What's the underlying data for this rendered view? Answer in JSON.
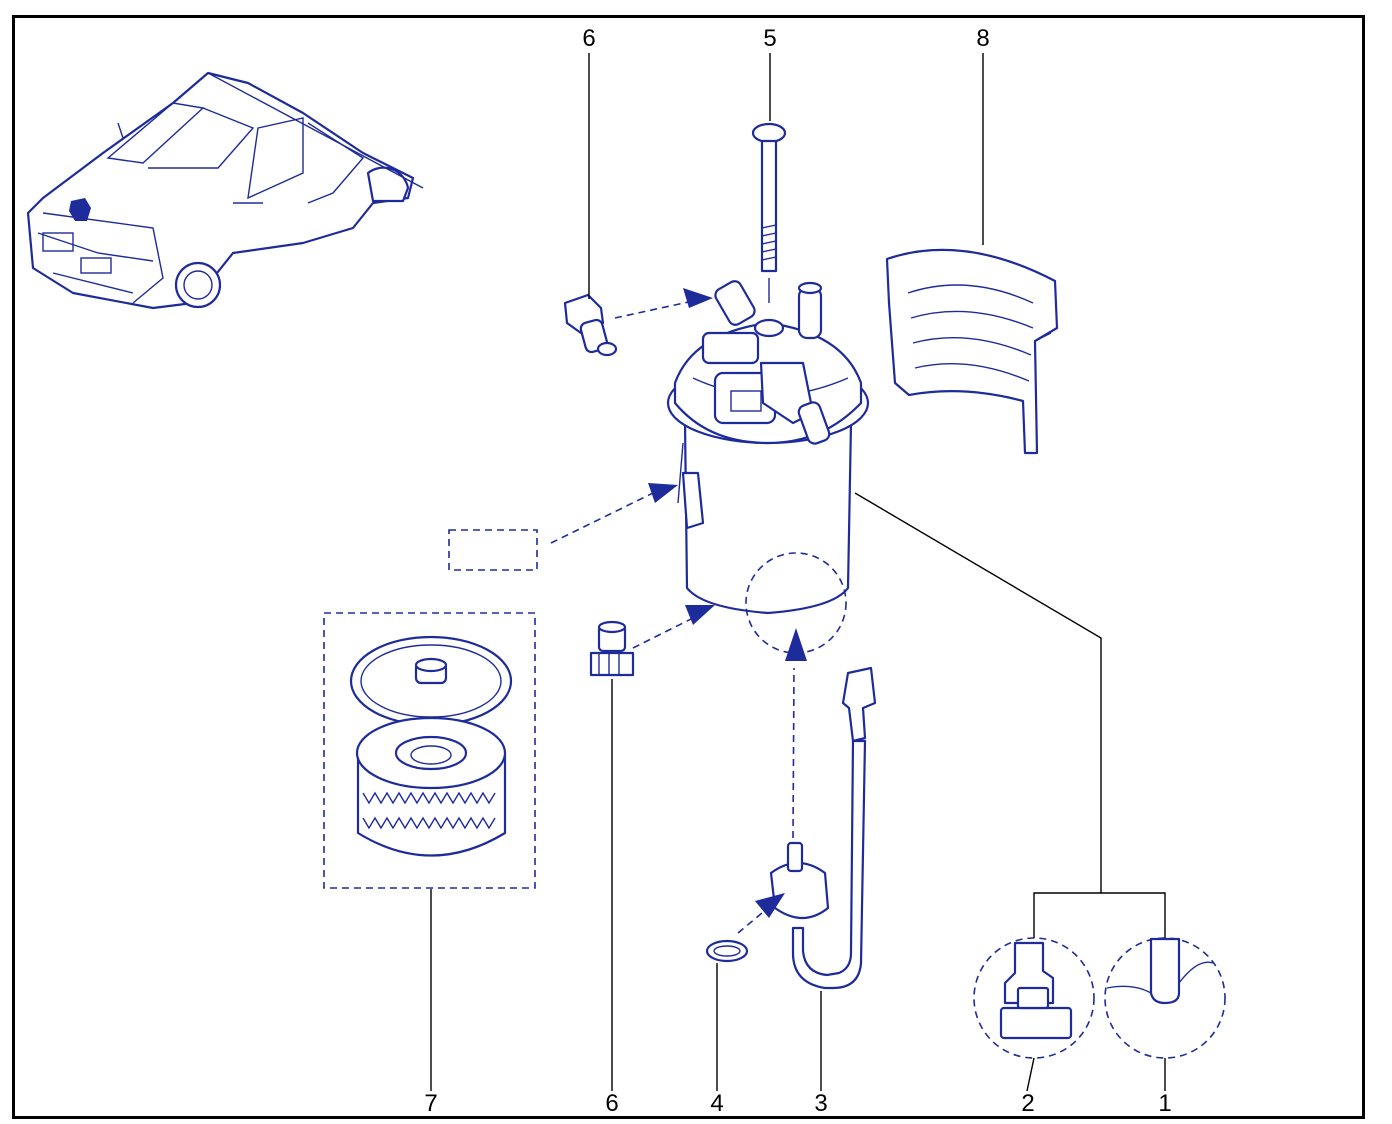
{
  "diagram": {
    "callouts": [
      {
        "id": "c6a",
        "text": "6"
      },
      {
        "id": "c5",
        "text": "5"
      },
      {
        "id": "c8",
        "text": "8"
      },
      {
        "id": "c7",
        "text": "7"
      },
      {
        "id": "c6b",
        "text": "6"
      },
      {
        "id": "c4",
        "text": "4"
      },
      {
        "id": "c3",
        "text": "3"
      },
      {
        "id": "c2",
        "text": "2"
      },
      {
        "id": "c1",
        "text": "1"
      }
    ],
    "colors": {
      "line": "#1e2b9b",
      "leader": "#000000",
      "border": "#000000"
    },
    "icons": [
      "vehicle-location-icon",
      "fuel-filter-housing",
      "mounting-bracket",
      "fitting",
      "screw",
      "filter-element",
      "sensor-harness",
      "o-ring",
      "outlet-variants"
    ]
  }
}
